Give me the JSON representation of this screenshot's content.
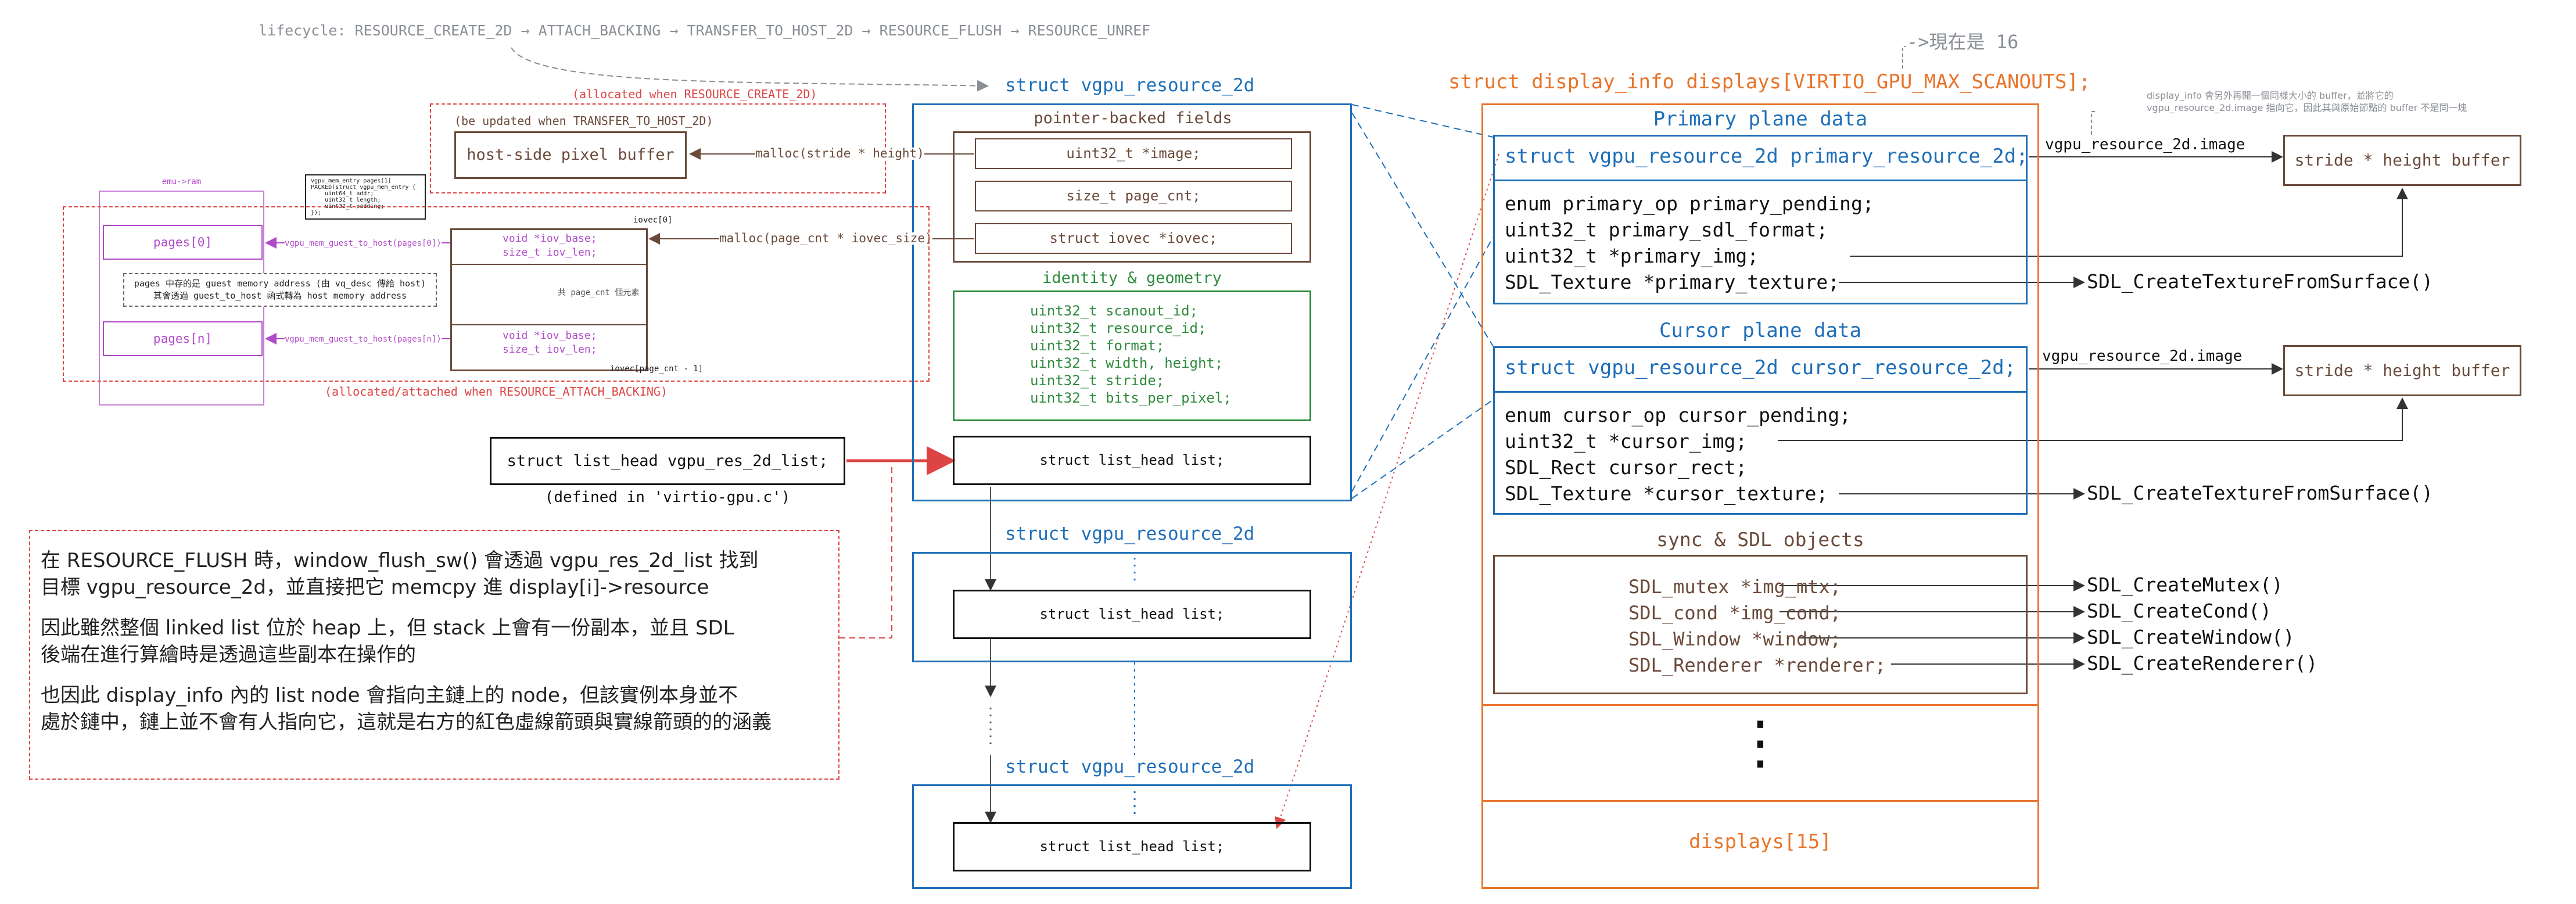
{
  "lifecycle": "lifecycle: RESOURCE_CREATE_2D → ATTACH_BACKING → TRANSFER_TO_HOST_2D → RESOURCE_FLUSH → RESOURCE_UNREF",
  "res_title": "struct vgpu_resource_2d",
  "pointer": {
    "title": "pointer-backed fields",
    "image": "uint32_t *image;",
    "page_cnt": "size_t page_cnt;",
    "iovec": "struct iovec *iovec;"
  },
  "identity": {
    "title": "identity & geometry",
    "fields": [
      "uint32_t scanout_id;",
      "uint32_t resource_id;",
      "uint32_t format;",
      "uint32_t width, height;",
      "uint32_t stride;",
      "uint32_t bits_per_pixel;"
    ]
  },
  "list_field": "struct list_head list;",
  "res_list": {
    "decl": "struct list_head vgpu_res_2d_list;",
    "defined": "(defined in 'virtio-gpu.c')"
  },
  "left": {
    "alloc_create": "(allocated when RESOURCE_CREATE_2D)",
    "updated_transfer": "(be updated when TRANSFER_TO_HOST_2D)",
    "host_buffer": "host-side pixel buffer",
    "malloc_image": "malloc(stride * height)",
    "malloc_iovec": "malloc(page_cnt * iovec_size)",
    "emu_ram": "emu->ram",
    "pages0": "pages[0]",
    "pagesn": "pages[n]",
    "g2h0": "vgpu_mem_guest_to_host(pages[0])",
    "g2hn": "vgpu_mem_guest_to_host(pages[n])",
    "iov_base": "void *iov_base;",
    "iov_len": "size_t iov_len;",
    "iovec0": "iovec[0]",
    "iovec_last": "iovec[page_cnt - 1]",
    "page_cnt_note": "共 page_cnt 個元素",
    "alloc_attach": "(allocated/attached when RESOURCE_ATTACH_BACKING)",
    "pages_note_1": "pages 中存的是 guest memory address (由 vq_desc 傳給 host)",
    "pages_note_2": "其會透過 guest_to_host 函式轉為 host memory address",
    "packed": [
      "vgpu_mem_entry pages[1]",
      "PACKED(struct vgpu_mem_entry {",
      "    uint64_t addr;",
      "    uint32_t length;",
      "    uint32_t padding;",
      "});"
    ]
  },
  "note": {
    "p1a": "在 RESOURCE_FLUSH 時，window_flush_sw() 會透過 vgpu_res_2d_list 找到",
    "p1b": "目標 vgpu_resource_2d，並直接把它 memcpy 進 display[i]->resource",
    "p2a": "因此雖然整個 linked list 位於 heap 上，但 stack 上會有一份副本，並且 SDL",
    "p2b": "後端在進行算繪時是透過這些副本在操作的",
    "p3a": "也因此 display_info 內的 list node 會指向主鏈上的 node，但該實例本身並不",
    "p3b": "處於鏈中，鏈上並不會有人指向它，這就是右方的紅色虛線箭頭與實線箭頭的的涵義"
  },
  "display": {
    "title": "struct display_info displays[VIRTIO_GPU_MAX_SCANOUTS];",
    "now": "->現在是 16",
    "primary_title": "Primary plane data",
    "primary_res": "struct vgpu_resource_2d primary_resource_2d;",
    "primary_fields": [
      "enum primary_op primary_pending;",
      "uint32_t primary_sdl_format;",
      "uint32_t *primary_img;",
      "SDL_Texture *primary_texture;"
    ],
    "cursor_title": "Cursor plane data",
    "cursor_res": "struct vgpu_resource_2d cursor_resource_2d;",
    "cursor_fields": [
      "enum cursor_op cursor_pending;",
      "uint32_t *cursor_img;",
      "SDL_Rect cursor_rect;",
      "SDL_Texture *cursor_texture;"
    ],
    "sync_title": "sync & SDL objects",
    "sync_fields": [
      "SDL_mutex *img_mtx;",
      "SDL_cond *img_cond;",
      "SDL_Window *window;",
      "SDL_Renderer *renderer;"
    ],
    "last": "displays[15]",
    "ellipsis": "⋮"
  },
  "right": {
    "image_label": "vgpu_resource_2d.image",
    "buffer": "stride * height buffer",
    "create_texture": "SDL_CreateTextureFromSurface()",
    "create_mutex": "SDL_CreateMutex()",
    "create_cond": "SDL_CreateCond()",
    "create_window": "SDL_CreateWindow()",
    "create_renderer": "SDL_CreateRenderer()",
    "note_1": "display_info 會另外再開一個同樣大小的 buffer，並將它的",
    "note_2": "vgpu_resource_2d.image 指向它，因此其與原始節點的 buffer 不是同一塊"
  },
  "colors": {
    "blue": "#1f6fb8",
    "brown": "#6b4a3a",
    "green": "#2e8b3c",
    "orange": "#e8742a",
    "red": "#dd4444",
    "purple": "#b04ac8",
    "gray": "#8a8f96"
  }
}
